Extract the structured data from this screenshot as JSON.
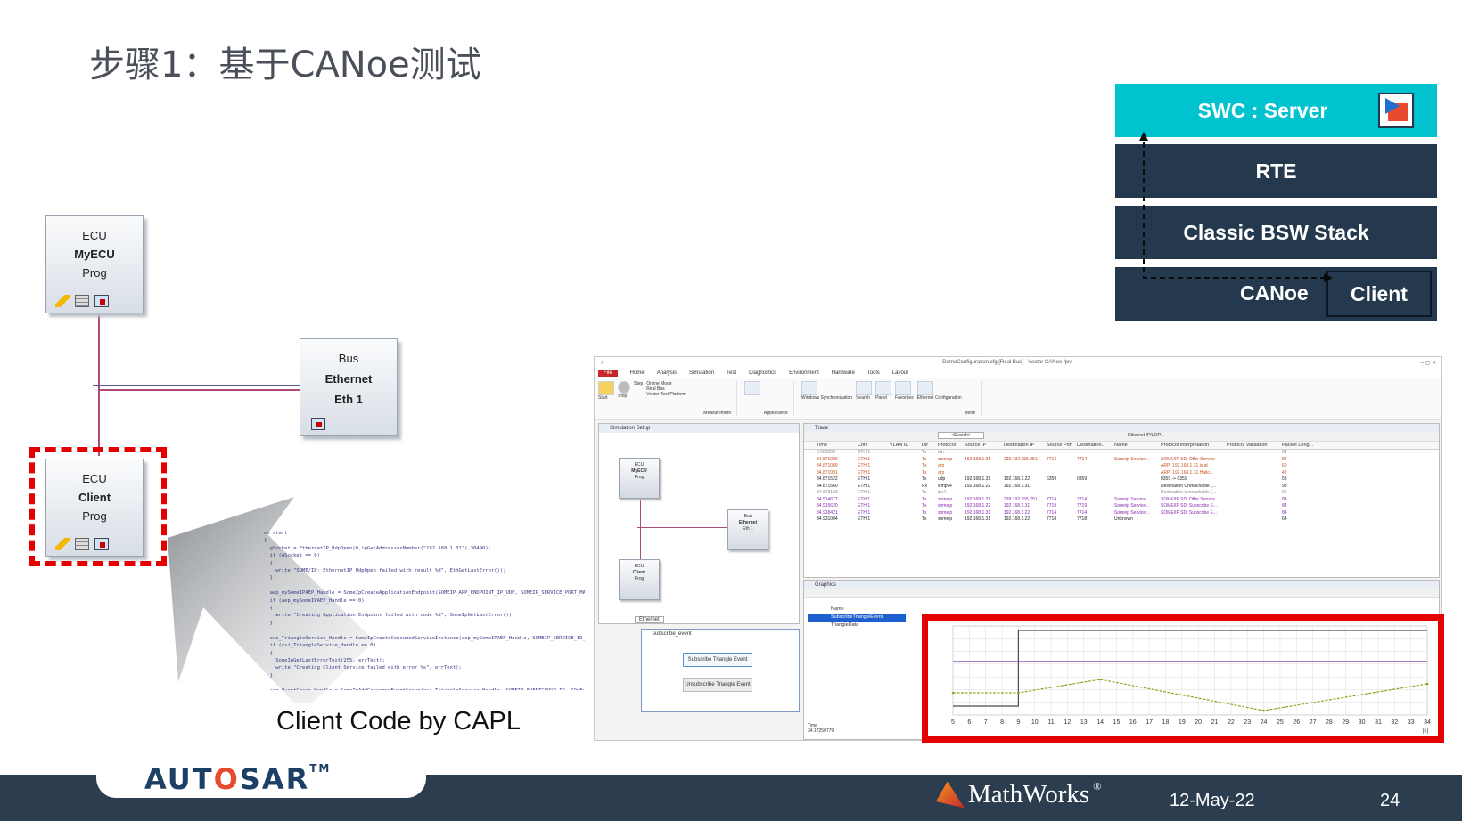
{
  "slide": {
    "title": "步骤1：基于CANoe测试",
    "date": "12-May-22",
    "page_number": "24"
  },
  "stack": {
    "swc": "SWC : Server",
    "rte": "RTE",
    "bsw": "Classic BSW Stack",
    "canoe": "CANoe",
    "client": "Client",
    "swc_color": "#00c3cf",
    "layer_color": "#24394e"
  },
  "network": {
    "ecu_myecu": {
      "l1": "ECU",
      "l2": "MyECU",
      "l3": "Prog"
    },
    "ecu_client": {
      "l1": "ECU",
      "l2": "Client",
      "l3": "Prog"
    },
    "bus": {
      "l1": "Bus",
      "l2": "Ethernet",
      "l3": "Eth 1"
    }
  },
  "capl": {
    "caption": "Client Code by CAPL",
    "code": "on start\n{\n  gSocket = EthernetIP_UdpOpen(0,ipGetAddressAsNumber(\"192.168.1.31\"),30490);\n  if (gSocket == 0)\n  {\n    write(\"SOME/IP: EthernetIP_UdpOpen failed with result %d\", EthGetLastError());\n  }\n\n  aep_mySomeIPAEP_Handle = SomeIpCreateApplicationEndpoint(SOMEIP_APP_ENDPOINT_IP_UDP, SOMEIP_SERVICE_PORT_MATCH);\n  if (aep_mySomeIPAEP_Handle == 0)\n  {\n    write(\"Creating Application Endpoint failed with code %d\", SomeIpGetLastError());\n  }\n\n  csi_TriangleService_Handle = SomeIpCreateConsumedServiceInstance(aep_mySomeIPAEP_Handle, SOMEIP_SERVICE_ID_TRIANGLE);\n  if (csi_TriangleService_Handle == 0)\n  {\n    SomeIpGetLastErrorText(255, errText);\n    write(\"Creating Client Service failed with error %s\", errText);\n  }\n\n  ceg_EventGroup_Handle = SomeIpAddConsumedEventGroup(csi_TriangleService_Handle, SOMEIP_EVENTGROUP_ID, \"OnEvent\");\n  if (ceg_EventGroup_Handle == 0)\n  {\n    SomeIpGetLastErrorText(255, errText);\n    write(\"Creating EventGroup failed with error %s\", errText);\n  }\n}"
  },
  "canoe_window": {
    "title": "DemoConfiguration.cfg [Real Bus] - Vector CANoe /pro",
    "tabs": [
      "File",
      "Home",
      "Analysis",
      "Simulation",
      "Test",
      "Diagnostics",
      "Environment",
      "Hardware",
      "Tools",
      "Layout"
    ],
    "ribbon_labels": [
      "Start",
      "Stop",
      "Step",
      "Online Mode",
      "Real Bus",
      "Vector Tool Platform",
      "Measurement",
      "Appearance",
      "Windows Synchronization",
      "Search",
      "Panel",
      "Favorites",
      "Ethernet Configuration",
      "More"
    ],
    "sim_setup_title": "Simulation Setup",
    "sim_tab": "Ethernet",
    "sim_nodes": [
      {
        "l1": "ECU",
        "l2": "MyECU",
        "l3": "Prog"
      },
      {
        "l1": "Bus",
        "l2": "Ethernet",
        "l3": "Eth 1"
      },
      {
        "l1": "ECU",
        "l2": "Client",
        "l3": "Prog"
      }
    ],
    "dialog_title": "subscribe_event",
    "dialog_buttons": [
      "Subscribe Triangle Event",
      "Unsubscribe Triangle Event"
    ],
    "trace_title": "Trace",
    "trace_search": "<Search>",
    "trace_filter": "Ethernet IP/UDP...",
    "trace_columns": [
      "Time",
      "Chn",
      "VLAN ID",
      "Dir",
      "Protocol",
      "Source IP",
      "Destination IP",
      "Source Port",
      "Destination...",
      "Name",
      "Protocol Interpretation",
      "Protocol Validation",
      "Packet Leng..."
    ],
    "trace_rows": [
      [
        "0.000000",
        "ETH 1",
        "",
        "Tx",
        "eth",
        "",
        "",
        "",
        "",
        "",
        "",
        "",
        "64"
      ],
      [
        "34.871080",
        "ETH 1",
        "",
        "Tx",
        "someip",
        "192.168.1.31",
        "239.192.255.251",
        "7714",
        "7714",
        "Someip Service...",
        "SOME/IP SD: Offer Service",
        "",
        "84"
      ],
      [
        "34.871089",
        "ETH 1",
        "",
        "Tx",
        "arp",
        "",
        "",
        "",
        "",
        "",
        "ARP: 192.168.1.31 is at",
        "",
        "60"
      ],
      [
        "34.871091",
        "ETH 1",
        "",
        "Tx",
        "arp",
        "",
        "",
        "",
        "",
        "",
        "ARP: 192.168.1.31 Hallo...",
        "",
        "42"
      ],
      [
        "34.871522",
        "ETH 1",
        "",
        "Tx",
        "udp",
        "192.168.1.31",
        "192.168.1.22",
        "6359",
        "0359",
        "",
        "0359 -> 0359",
        "",
        "58"
      ],
      [
        "34.871560",
        "ETH 1",
        "",
        "Rx",
        "icmpv4",
        "192.168.1.22",
        "192.168.1.31",
        "",
        "",
        "",
        "Destination Unreachable (...",
        "",
        "98"
      ],
      [
        "34.873103",
        "ETH 1",
        "",
        "Tx",
        "ipv4",
        "",
        "",
        "",
        "",
        "",
        "Destination Unreachable (...",
        "",
        "60"
      ],
      [
        "34.914677",
        "ETH 1",
        "",
        "Tx",
        "someip",
        "192.168.1.31",
        "239.192.255.251",
        "7714",
        "7714",
        "Someip Service...",
        "SOME/IP SD: Offer Service",
        "",
        "84"
      ],
      [
        "34.915620",
        "ETH 1",
        "",
        "Tx",
        "someip",
        "192.168.1.22",
        "192.168.1.31",
        "7719",
        "7719",
        "Someip Service...",
        "SOME/IP SD: Subscribe E...",
        "",
        "84"
      ],
      [
        "34.918421",
        "ETH 1",
        "",
        "Tx",
        "someip",
        "192.168.1.31",
        "192.168.1.22",
        "7714",
        "7714",
        "Someip Service...",
        "SOME/IP SD: Subscribe E...",
        "",
        "84"
      ],
      [
        "34.931004",
        "ETH 1",
        "",
        "Tx",
        "someip",
        "192.168.1.31",
        "192.168.1.22",
        "7718",
        "7718",
        "Unknown",
        "",
        "",
        "64"
      ]
    ],
    "graphics_title": "Graphics",
    "signals_header": "Name",
    "signals": [
      "SubscribeTriangleEvent",
      "TriangleData"
    ],
    "time_label": "Time",
    "time_value": "34.17250779"
  },
  "chart_data": {
    "type": "line",
    "x": [
      5,
      9,
      9,
      14,
      24,
      34
    ],
    "series": [
      {
        "values": [
          1,
          1,
          1,
          1,
          1,
          1
        ],
        "color": "#7a2fa8"
      },
      {
        "values": [
          0.3,
          0.3,
          0.3,
          0.6,
          -0.1,
          0.5
        ],
        "color": "#8ca61c"
      }
    ],
    "series_step": {
      "values": [
        0,
        0,
        1.7,
        1.7,
        1.7,
        1.7
      ],
      "color": "#4a4a4a"
    },
    "xlim": [
      5,
      34
    ],
    "ylim": [
      -0.2,
      1.8
    ],
    "xticks": [
      "5",
      "6",
      "7",
      "8",
      "9",
      "10",
      "11",
      "12",
      "13",
      "14",
      "15",
      "16",
      "17",
      "18",
      "19",
      "20",
      "21",
      "22",
      "23",
      "24",
      "25",
      "26",
      "27",
      "28",
      "29",
      "30",
      "31",
      "32",
      "33",
      "34"
    ],
    "xunit": "[s]",
    "grid": true
  },
  "footer": {
    "autosar_text": "AUT",
    "autosar_o": "O",
    "autosar_rest": "SAR",
    "autosar_tm": "TM",
    "mathworks": "MathWorks",
    "mathworks_reg": "®"
  }
}
